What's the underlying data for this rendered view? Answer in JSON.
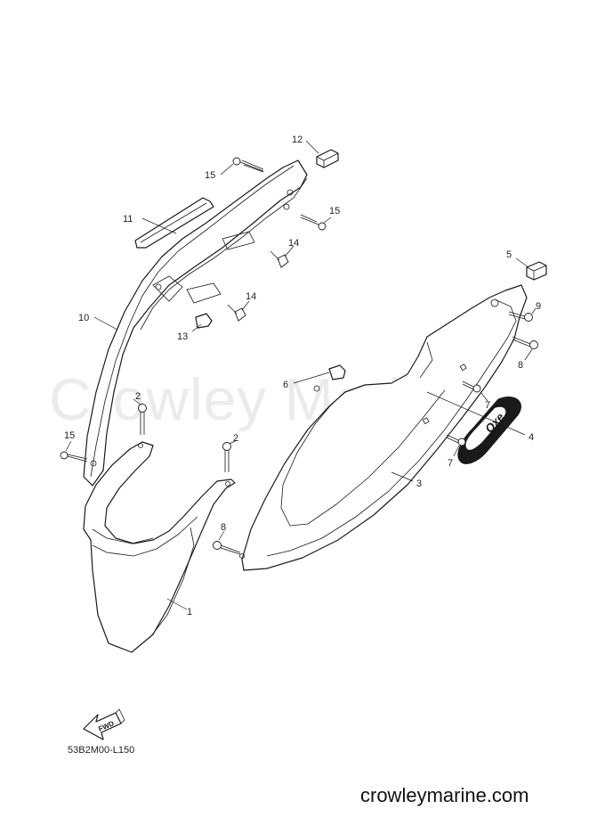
{
  "watermark": "Crowley Marine",
  "diagram_code": "53B2M00-L150",
  "website": "crowleymarine.com",
  "fwd_label": "FWD",
  "decal_text": "Oxe",
  "callouts": {
    "c1": "1",
    "c2a": "2",
    "c2b": "2",
    "c3": "3",
    "c4": "4",
    "c5": "5",
    "c6": "6",
    "c7a": "7",
    "c7b": "7",
    "c8a": "8",
    "c8b": "8",
    "c9": "9",
    "c10": "10",
    "c11": "11",
    "c12": "12",
    "c13": "13",
    "c14a": "14",
    "c14b": "14",
    "c15a": "15",
    "c15b": "15",
    "c15c": "15"
  }
}
